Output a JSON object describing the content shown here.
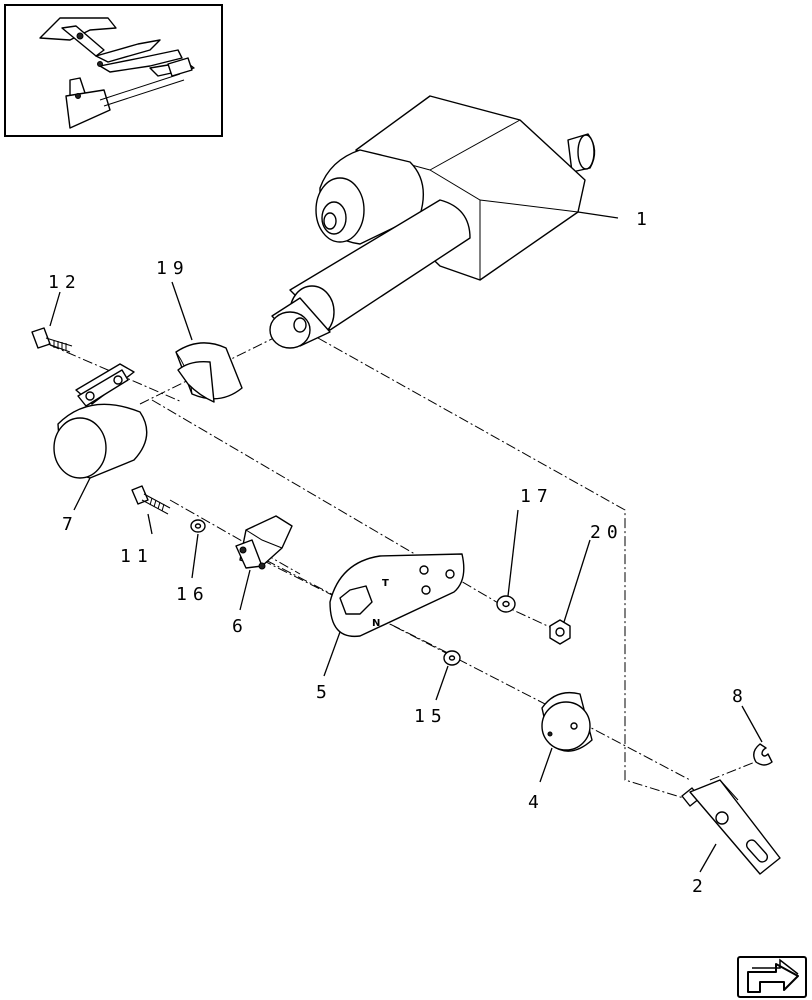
{
  "diagram": {
    "labels": [
      {
        "id": "1",
        "text": "1"
      },
      {
        "id": "2",
        "text": "2"
      },
      {
        "id": "4",
        "text": "4"
      },
      {
        "id": "5",
        "text": "5"
      },
      {
        "id": "6",
        "text": "6"
      },
      {
        "id": "7",
        "text": "7"
      },
      {
        "id": "8",
        "text": "8"
      },
      {
        "id": "11",
        "text": "11"
      },
      {
        "id": "12",
        "text": "12"
      },
      {
        "id": "15",
        "text": "15"
      },
      {
        "id": "16",
        "text": "16"
      },
      {
        "id": "17",
        "text": "17"
      },
      {
        "id": "19",
        "text": "19"
      },
      {
        "id": "20",
        "text": "20"
      }
    ],
    "bracket_marks": [
      "T",
      "N"
    ],
    "nav_icon": "next-page-arrow-icon"
  }
}
